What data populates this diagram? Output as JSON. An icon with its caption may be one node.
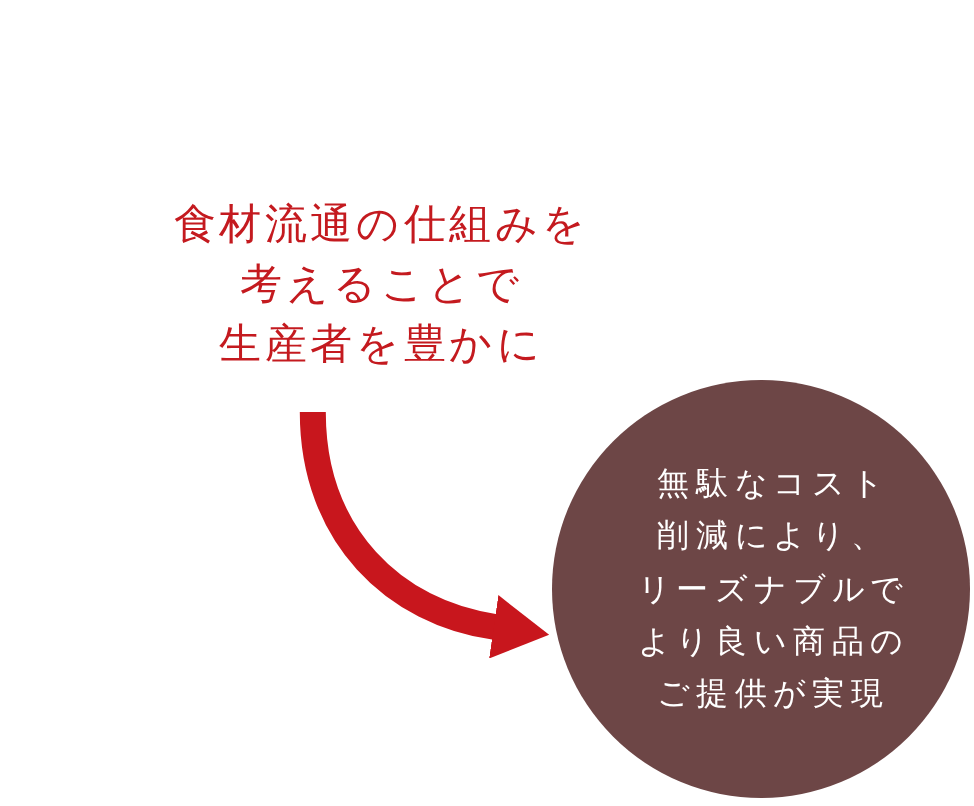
{
  "diagram": {
    "nodes": [
      {
        "text": [
          "食材流通の仕組みを考えることで生産者を豊かに"
        ]
      },
      {
        "text": [
          "無駄なコスト削減により、リーズナブルでより良い商品のご提供が実現"
        ]
      }
    ],
    "edges": [
      {
        "from": 0,
        "to": 1,
        "arrow": "to",
        "color": "#c8161d"
      }
    ]
  }
}
